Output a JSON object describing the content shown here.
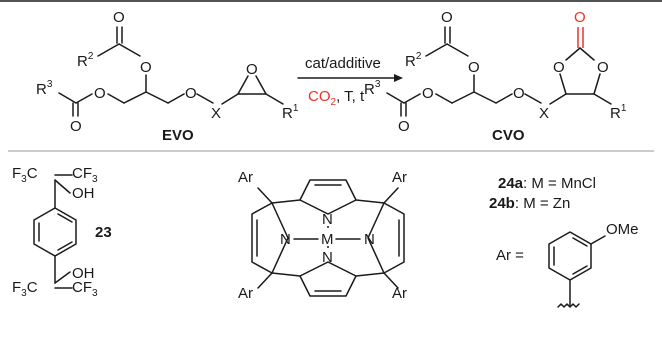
{
  "scheme": {
    "reactant_label": "EVO",
    "product_label": "CVO",
    "arrow_top": "cat/additive",
    "arrow_bottom_co2": "CO",
    "arrow_bottom_co2_sub": "2",
    "arrow_bottom_rest": ", T, t",
    "colors": {
      "highlight": "#e8332a",
      "ink": "#1a1a1a",
      "rule": "#999999"
    }
  },
  "atoms": {
    "O": "O",
    "X": "X",
    "R": "R",
    "R1_sup": "1",
    "R2_sup": "2",
    "R3_sup": "3"
  },
  "catalysts": {
    "c23_label": "23",
    "oh": "OH",
    "f3c": "F",
    "f3c_sub": "3",
    "c": "C",
    "cf3": "CF",
    "cf3_sub": "3",
    "ar": "Ar",
    "n": "N",
    "m": "M",
    "c24a_label": "24a",
    "c24a_text": ": M = MnCl",
    "c24b_label": "24b",
    "c24b_text": ": M = Zn",
    "ar_eq": "Ar =",
    "ome": "OMe"
  }
}
